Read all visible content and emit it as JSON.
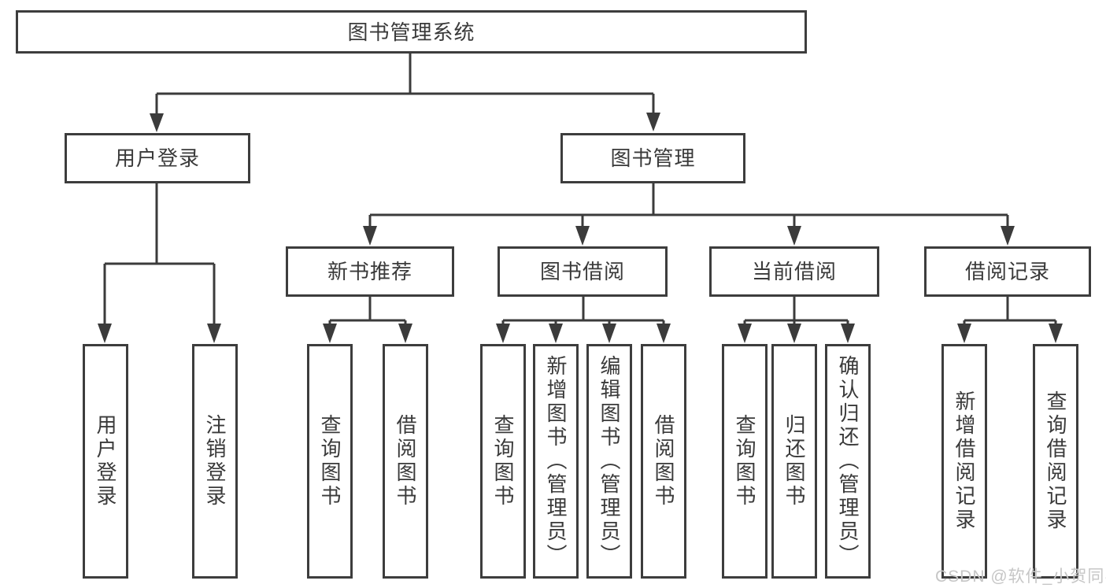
{
  "tree": {
    "root": {
      "label": "图书管理系统"
    },
    "branches": [
      {
        "label": "用户登录",
        "children": [
          {
            "label": "用户登录"
          },
          {
            "label": "注销登录"
          }
        ]
      },
      {
        "label": "图书管理",
        "children": [
          {
            "label": "新书推荐",
            "children": [
              {
                "label": "查询图书"
              },
              {
                "label": "借阅图书"
              }
            ]
          },
          {
            "label": "图书借阅",
            "children": [
              {
                "label": "查询图书"
              },
              {
                "label": "新增图书（管理员）"
              },
              {
                "label": "编辑图书（管理员）"
              },
              {
                "label": "借阅图书"
              }
            ]
          },
          {
            "label": "当前借阅",
            "children": [
              {
                "label": "查询图书"
              },
              {
                "label": "归还图书"
              },
              {
                "label": "确认归还（管理员）"
              }
            ]
          },
          {
            "label": "借阅记录",
            "children": [
              {
                "label": "新增借阅记录"
              },
              {
                "label": "查询借阅记录"
              }
            ]
          }
        ]
      }
    ]
  },
  "watermark": {
    "text": "CSDN @软件_小贺同学"
  },
  "colors": {
    "line": "#3b3b3b",
    "box_border": "#3d3d3d",
    "text": "#3a3a3a",
    "watermark": "#c6c6c6",
    "background": "#ffffff"
  }
}
